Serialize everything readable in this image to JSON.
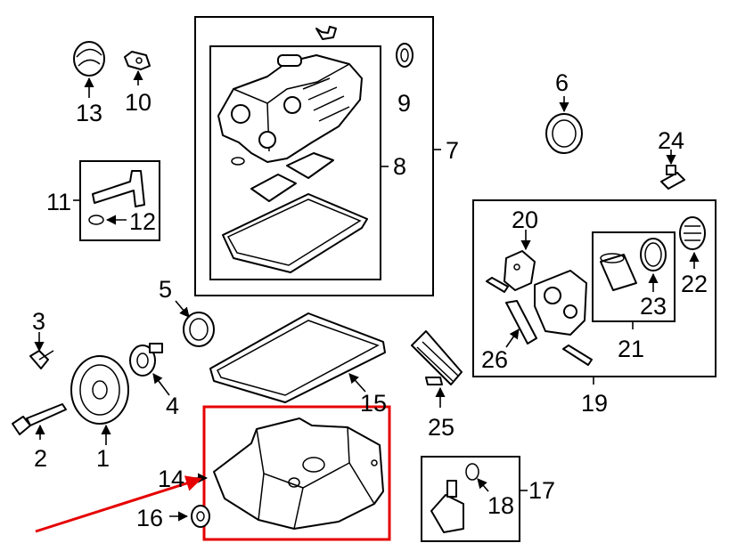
{
  "callouts": [
    "1",
    "2",
    "3",
    "4",
    "5",
    "6",
    "7",
    "8",
    "9",
    "10",
    "11",
    "12",
    "13",
    "14",
    "15",
    "16",
    "17",
    "18",
    "19",
    "20",
    "21",
    "22",
    "23",
    "24",
    "25",
    "26"
  ],
  "colors": {
    "ink": "#000000",
    "highlight": "#e60000",
    "background": "#ffffff"
  }
}
